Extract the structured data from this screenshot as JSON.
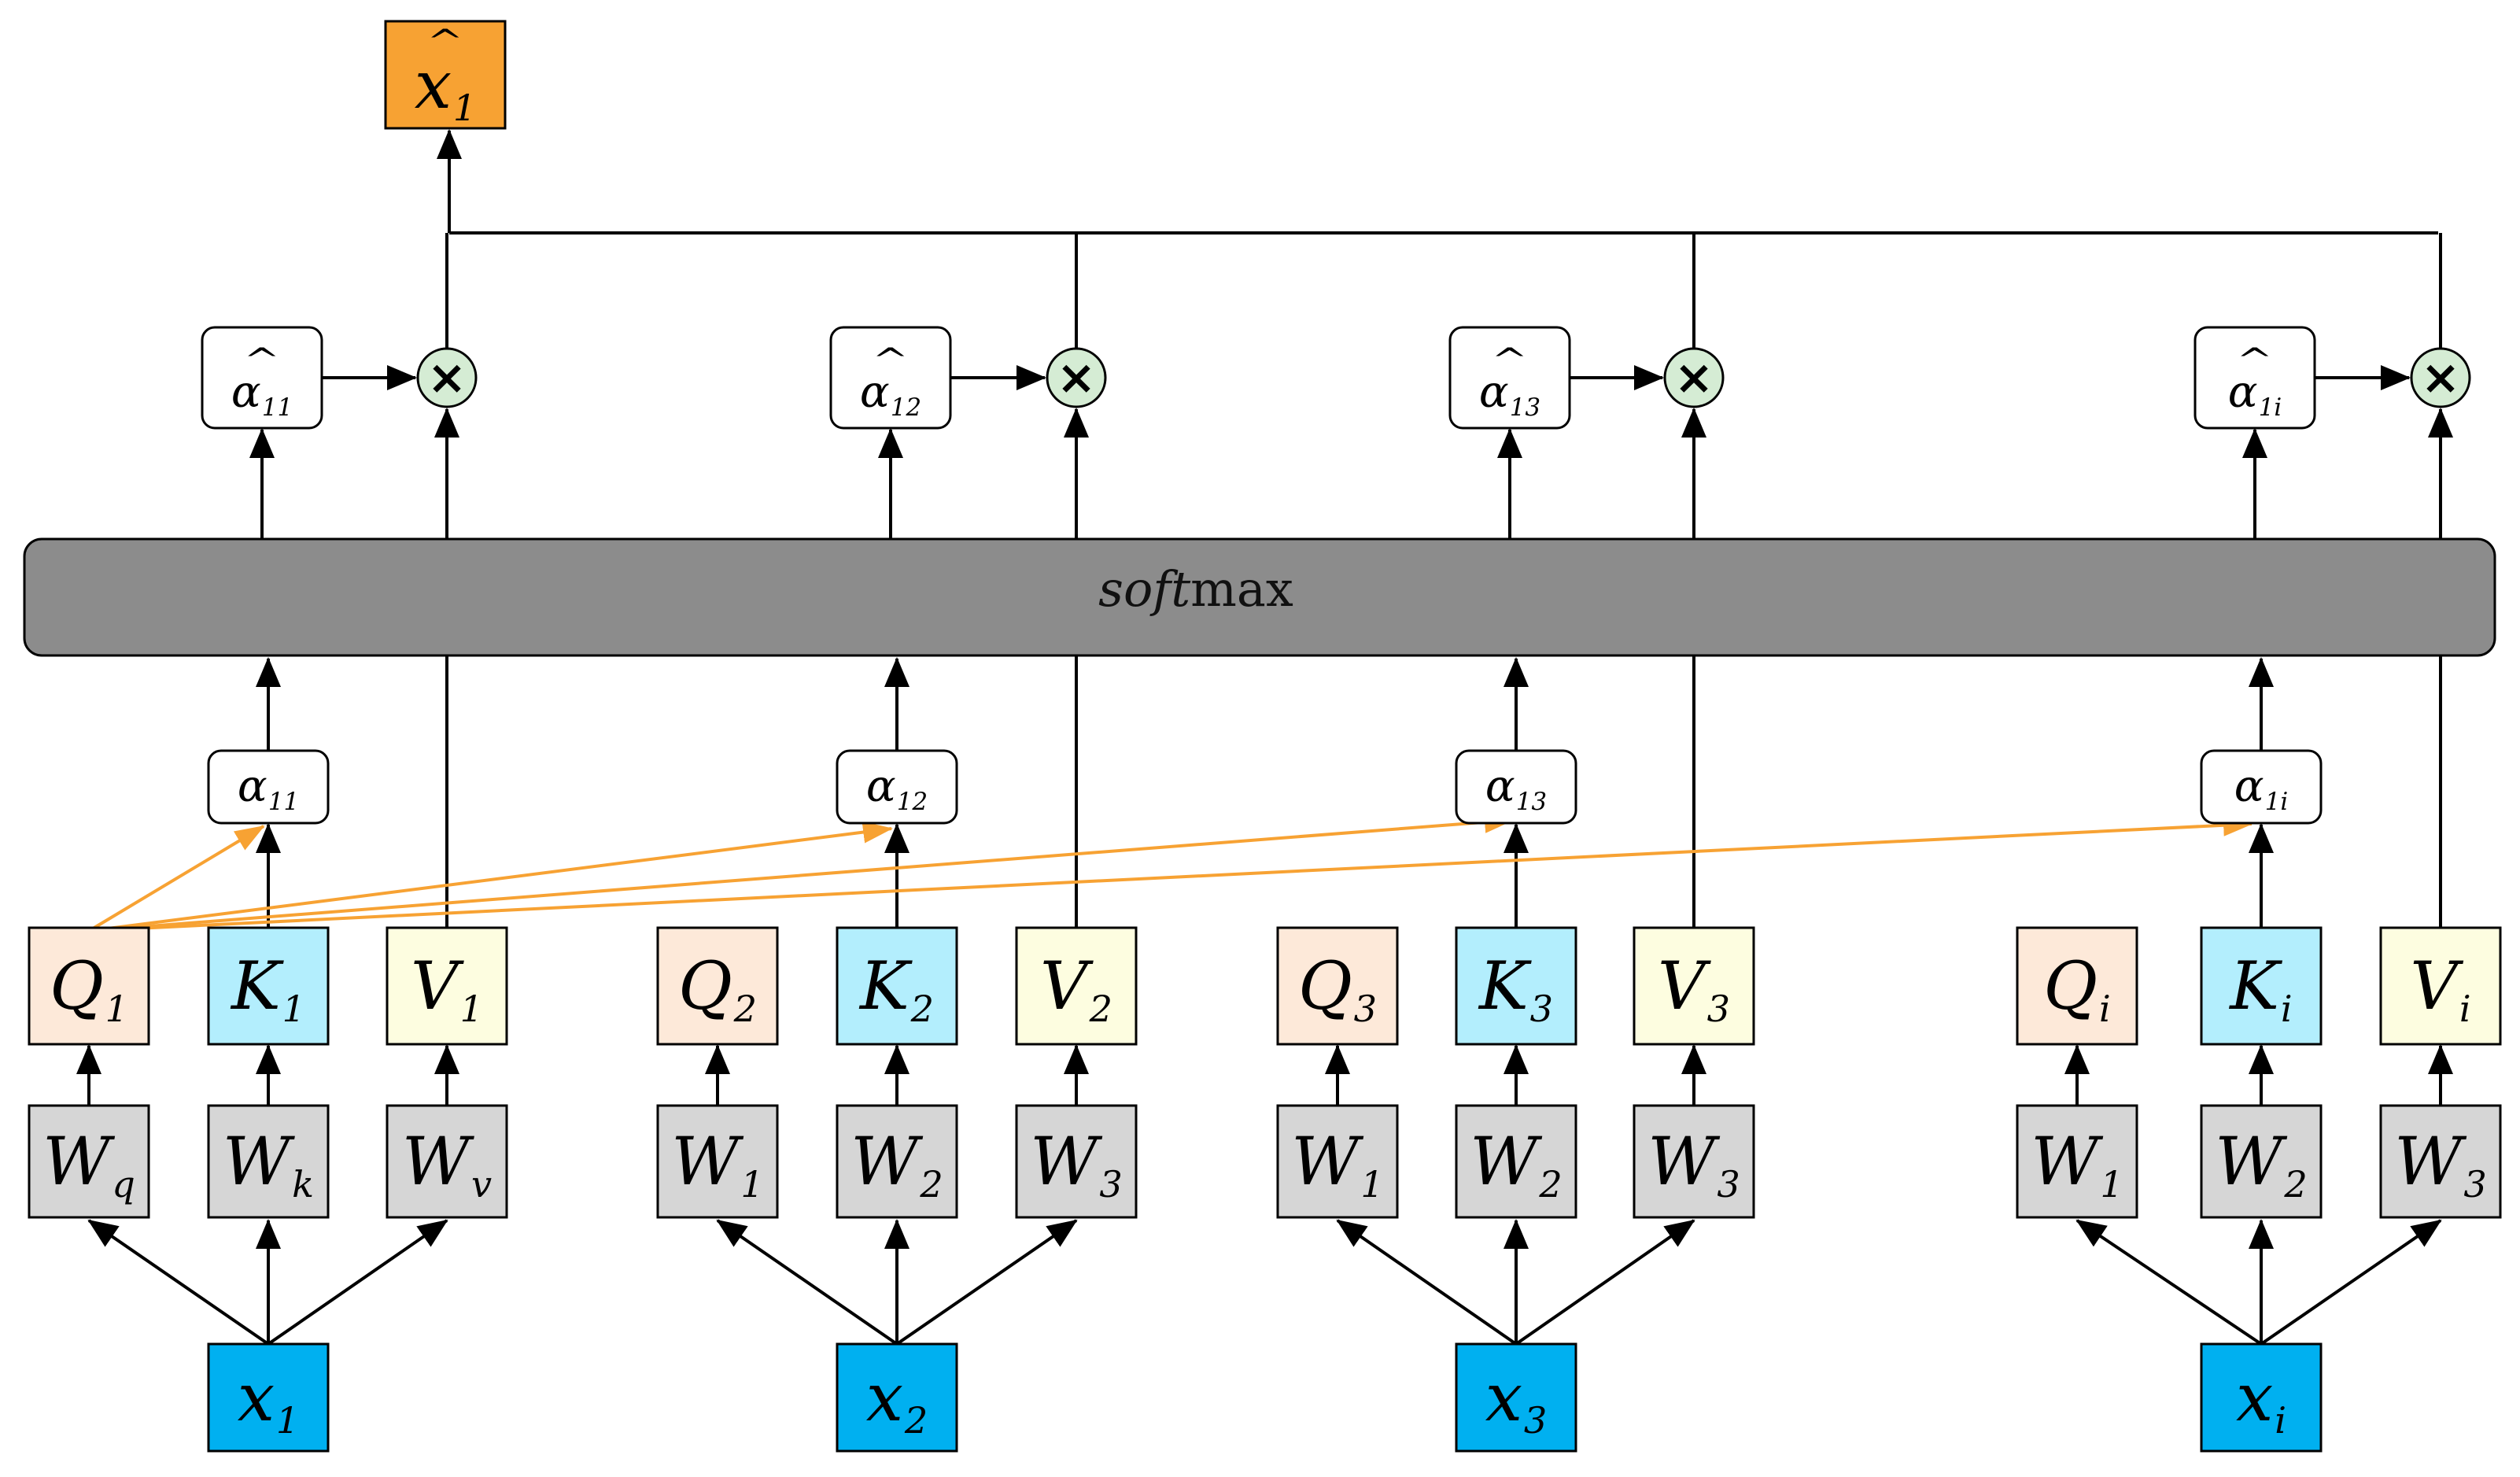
{
  "colors": {
    "q_fill": "#fde9d9",
    "k_fill": "#b3eefd",
    "v_fill": "#fdfde0",
    "w_fill": "#d6d6d6",
    "x_fill": "#00b0f0",
    "output_fill": "#f7a233",
    "softmax_fill": "#8c8c8c",
    "multiply_fill": "#d5ecd4",
    "orange_arrow": "#f7a233",
    "line": "#000000"
  },
  "output": {
    "symbol": "x",
    "sub": "1"
  },
  "softmax": {
    "italic": "soft",
    "rest": "max"
  },
  "columns": [
    {
      "x": {
        "symbol": "x",
        "sub": "1"
      },
      "w": [
        {
          "symbol": "W",
          "sub": "q"
        },
        {
          "symbol": "W",
          "sub": "k"
        },
        {
          "symbol": "W",
          "sub": "v"
        }
      ],
      "q": {
        "symbol": "Q",
        "sub": "1"
      },
      "k": {
        "symbol": "K",
        "sub": "1"
      },
      "v": {
        "symbol": "V",
        "sub": "1"
      },
      "alpha": {
        "symbol": "α",
        "sub": "11"
      },
      "alpha_hat": {
        "symbol": "α",
        "sub": "11"
      },
      "multiply": "×"
    },
    {
      "x": {
        "symbol": "x",
        "sub": "2"
      },
      "w": [
        {
          "symbol": "W",
          "sub": "1"
        },
        {
          "symbol": "W",
          "sub": "2"
        },
        {
          "symbol": "W",
          "sub": "3"
        }
      ],
      "q": {
        "symbol": "Q",
        "sub": "2"
      },
      "k": {
        "symbol": "K",
        "sub": "2"
      },
      "v": {
        "symbol": "V",
        "sub": "2"
      },
      "alpha": {
        "symbol": "α",
        "sub": "12"
      },
      "alpha_hat": {
        "symbol": "α",
        "sub": "12"
      },
      "multiply": "×"
    },
    {
      "x": {
        "symbol": "x",
        "sub": "3"
      },
      "w": [
        {
          "symbol": "W",
          "sub": "1"
        },
        {
          "symbol": "W",
          "sub": "2"
        },
        {
          "symbol": "W",
          "sub": "3"
        }
      ],
      "q": {
        "symbol": "Q",
        "sub": "3"
      },
      "k": {
        "symbol": "K",
        "sub": "3"
      },
      "v": {
        "symbol": "V",
        "sub": "3"
      },
      "alpha": {
        "symbol": "α",
        "sub": "13"
      },
      "alpha_hat": {
        "symbol": "α",
        "sub": "13"
      },
      "multiply": "×"
    },
    {
      "x": {
        "symbol": "x",
        "sub": "i"
      },
      "w": [
        {
          "symbol": "W",
          "sub": "1"
        },
        {
          "symbol": "W",
          "sub": "2"
        },
        {
          "symbol": "W",
          "sub": "3"
        }
      ],
      "q": {
        "symbol": "Q",
        "sub": "i"
      },
      "k": {
        "symbol": "K",
        "sub": "i"
      },
      "v": {
        "symbol": "V",
        "sub": "i"
      },
      "alpha": {
        "symbol": "α",
        "sub": "1i"
      },
      "alpha_hat": {
        "symbol": "α",
        "sub": "1i"
      },
      "multiply": "×"
    }
  ]
}
